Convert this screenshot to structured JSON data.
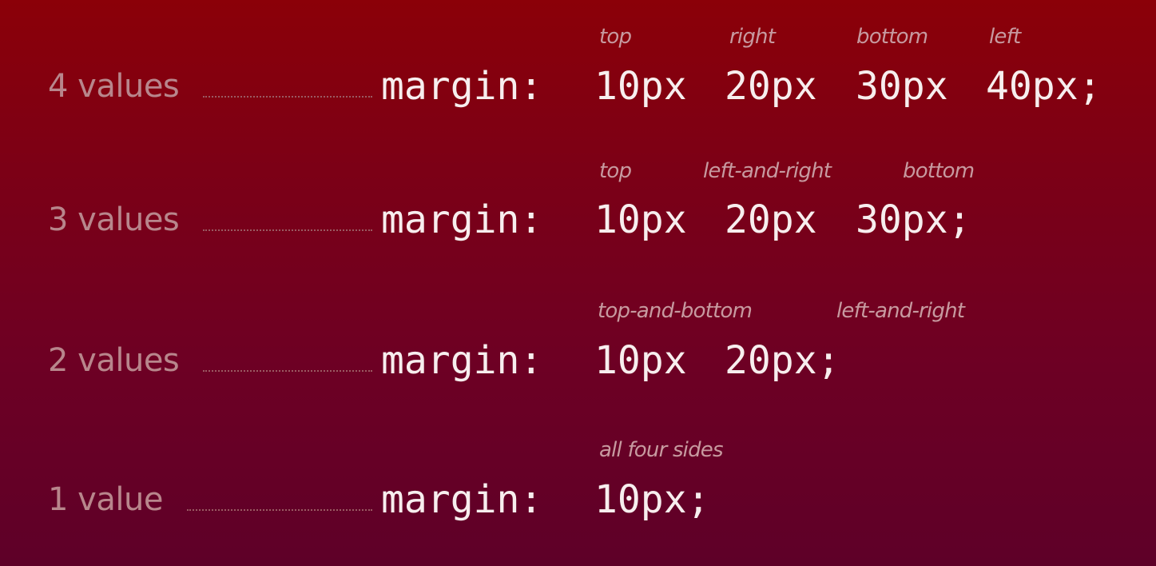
{
  "rows": [
    {
      "label": "4 values",
      "property": "margin:",
      "values": [
        "10px",
        "20px",
        "30px",
        "40px;"
      ],
      "annotations": [
        "top",
        "right",
        "bottom",
        "left"
      ]
    },
    {
      "label": "3 values",
      "property": "margin:",
      "values": [
        "10px",
        "20px",
        "30px;"
      ],
      "annotations": [
        "top",
        "left-and-right",
        "bottom"
      ]
    },
    {
      "label": "2 values",
      "property": "margin:",
      "values": [
        "10px",
        "20px;"
      ],
      "annotations": [
        "top-and-bottom",
        "left-and-right"
      ]
    },
    {
      "label": "1 value",
      "property": "margin:",
      "values": [
        "10px;"
      ],
      "annotations": [
        "all four sides"
      ]
    }
  ],
  "colors": {
    "background_top": "#8b0008",
    "background_bottom": "#5e0028",
    "label": "#b8868c",
    "code": "#f7eeee",
    "annotation": "#c79aa0"
  }
}
